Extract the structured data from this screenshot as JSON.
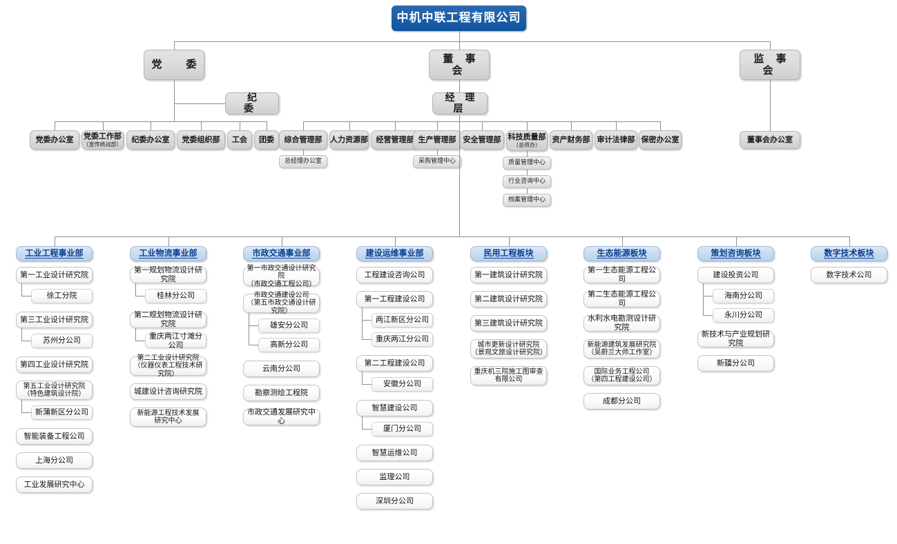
{
  "root": {
    "label": "中机中联工程有限公司"
  },
  "governance": [
    {
      "key": "party-committee",
      "label": "党　委"
    },
    {
      "key": "board-of-directors",
      "label": "董 事 会"
    },
    {
      "key": "board-of-supervisors",
      "label": "监 事 会"
    },
    {
      "key": "discipline-committee",
      "label": "纪　委"
    },
    {
      "key": "management-layer",
      "label": "经 理 层"
    }
  ],
  "party_departments": [
    {
      "label": "党委办公室",
      "sub": ""
    },
    {
      "label": "党委工作部",
      "sub": "（宣传统战部）"
    },
    {
      "label": "纪委办公室",
      "sub": ""
    },
    {
      "label": "党委组织部",
      "sub": ""
    },
    {
      "label": "工会",
      "sub": ""
    },
    {
      "label": "团委",
      "sub": ""
    }
  ],
  "management_departments": [
    {
      "label": "综合管理部",
      "sub": "",
      "children": [
        "总经理办公室"
      ]
    },
    {
      "label": "人力资源部",
      "sub": "",
      "children": []
    },
    {
      "label": "经营管理部",
      "sub": "",
      "children": []
    },
    {
      "label": "生产管理部",
      "sub": "",
      "children": [
        "采购管理中心"
      ]
    },
    {
      "label": "安全管理部",
      "sub": "",
      "children": []
    },
    {
      "label": "科技质量部",
      "sub": "（总师办）",
      "children": [
        "质量管理中心",
        "行业咨询中心",
        "档案管理中心"
      ]
    },
    {
      "label": "资产财务部",
      "sub": "",
      "children": []
    },
    {
      "label": "审计法律部",
      "sub": "",
      "children": []
    },
    {
      "label": "保密办公室",
      "sub": "",
      "children": []
    }
  ],
  "board_office": {
    "label": "董事会办公室"
  },
  "divisions": [
    {
      "key": "industrial-engineering",
      "header": "工业工程事业部",
      "units": [
        {
          "label": "第一工业设计研究院",
          "children": [
            "徐工分院"
          ]
        },
        {
          "label": "第三工业设计研究院",
          "children": [
            "苏州分公司"
          ]
        },
        {
          "label": "第四工业设计研究院",
          "children": []
        },
        {
          "label": "第五工业设计研究院\n（特色建筑设计院）",
          "children": [
            "新蒲新区分公司"
          ]
        },
        {
          "label": "智能装备工程公司",
          "children": []
        },
        {
          "label": "上海分公司",
          "children": []
        },
        {
          "label": "工业发展研究中心",
          "children": []
        }
      ]
    },
    {
      "key": "industrial-logistics",
      "header": "工业物流事业部",
      "units": [
        {
          "label": "第一规划物流设计研究院",
          "children": [
            "桂林分公司"
          ]
        },
        {
          "label": "第二规划物流设计研究院",
          "children": [
            "重庆两江寸滩分公司"
          ]
        },
        {
          "label": "第二工业设计研究院\n（仪器仪表工程技术研究院）",
          "children": []
        },
        {
          "label": "城建设计咨询研究院",
          "children": []
        },
        {
          "label": "新能源工程技术发展\n研究中心",
          "children": []
        }
      ]
    },
    {
      "key": "municipal-transport",
      "header": "市政交通事业部",
      "units": [
        {
          "label": "第一市政交通设计研究院\n（市政交通工程公司）",
          "children": []
        },
        {
          "label": "市政交通建设公司\n（第五市政交通设计研究院）",
          "children": [
            "雄安分公司",
            "高新分公司"
          ]
        },
        {
          "label": "云南分公司",
          "children": []
        },
        {
          "label": "勘察测绘工程院",
          "children": []
        },
        {
          "label": "市政交通发展研究中心",
          "children": []
        }
      ]
    },
    {
      "key": "construction-ops",
      "header": "建设运维事业部",
      "units": [
        {
          "label": "工程建设咨询公司",
          "children": []
        },
        {
          "label": "第一工程建设公司",
          "children": [
            "两江新区分公司",
            "重庆两江分公司"
          ]
        },
        {
          "label": "第二工程建设公司",
          "children": [
            "安徽分公司"
          ]
        },
        {
          "label": "智慧建设公司",
          "children": [
            "厦门分公司"
          ]
        },
        {
          "label": "智慧运维公司",
          "children": []
        },
        {
          "label": "监理公司",
          "children": []
        },
        {
          "label": "深圳分公司",
          "children": []
        }
      ]
    },
    {
      "key": "civil-engineering",
      "header": "民用工程板块",
      "units": [
        {
          "label": "第一建筑设计研究院",
          "children": []
        },
        {
          "label": "第二建筑设计研究院",
          "children": []
        },
        {
          "label": "第三建筑设计研究院",
          "children": []
        },
        {
          "label": "城市更新设计研究院\n（景观文旅设计研究院）",
          "children": []
        },
        {
          "label": "重庆机三院施工图审查\n有限公司",
          "children": []
        }
      ]
    },
    {
      "key": "eco-energy",
      "header": "生态能源板块",
      "units": [
        {
          "label": "第一生态能源工程公司",
          "children": []
        },
        {
          "label": "第二生态能源工程公司",
          "children": []
        },
        {
          "label": "水利水电勘测设计研究院",
          "children": []
        },
        {
          "label": "新能源建筑发展研究院\n（吴蔚兰大师工作室）",
          "children": []
        },
        {
          "label": "国际业务工程公司\n（第四工程建设公司）",
          "children": []
        },
        {
          "label": "成都分公司",
          "children": []
        }
      ]
    },
    {
      "key": "planning-consulting",
      "header": "策划咨询板块",
      "units": [
        {
          "label": "建设投资公司",
          "children": [
            "海南分公司",
            "永川分公司"
          ]
        },
        {
          "label": "新技术与产业规划研究院",
          "children": []
        },
        {
          "label": "新疆分公司",
          "children": []
        }
      ]
    },
    {
      "key": "digital-technology",
      "header": "数字技术板块",
      "units": [
        {
          "label": "数字技术公司",
          "children": []
        }
      ]
    }
  ],
  "colors": {
    "root_blue": "#1d5da6",
    "header_blue_text": "#0d3f8f",
    "header_blue_bg": "#c6d9ef",
    "grey_box": "#dcdcdc",
    "line": "#8c8c8c"
  }
}
